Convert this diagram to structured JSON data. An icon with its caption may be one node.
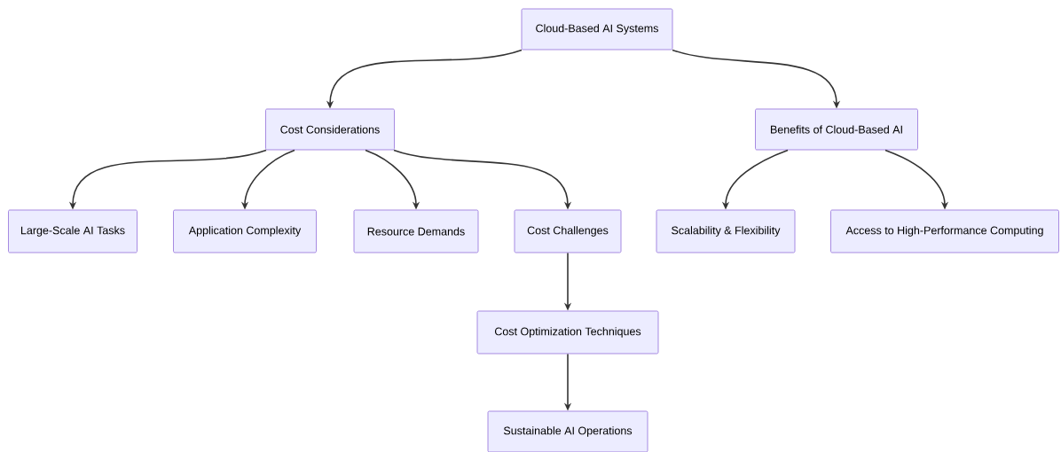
{
  "diagram": {
    "nodes": [
      {
        "text": [
          "Cloud-Based AI Systems"
        ]
      },
      {
        "text": [
          "Cost Considerations"
        ]
      },
      {
        "text": [
          "Benefits of Cloud-Based AI"
        ]
      },
      {
        "text": [
          "Large-Scale AI Tasks"
        ]
      },
      {
        "text": [
          "Application Complexity"
        ]
      },
      {
        "text": [
          "Resource Demands"
        ]
      },
      {
        "text": [
          "Cost Challenges"
        ]
      },
      {
        "text": [
          "Scalability & Flexibility"
        ]
      },
      {
        "text": [
          "Access to High-Performance Computing"
        ]
      },
      {
        "text": [
          "Cost Optimization Techniques"
        ]
      },
      {
        "text": [
          "Sustainable AI Operations"
        ]
      }
    ],
    "edges": [
      {
        "from": 0,
        "to": 1,
        "arrow": "to"
      },
      {
        "from": 0,
        "to": 2,
        "arrow": "to"
      },
      {
        "from": 1,
        "to": 3,
        "arrow": "to"
      },
      {
        "from": 1,
        "to": 4,
        "arrow": "to"
      },
      {
        "from": 1,
        "to": 5,
        "arrow": "to"
      },
      {
        "from": 1,
        "to": 6,
        "arrow": "to"
      },
      {
        "from": 2,
        "to": 7,
        "arrow": "to"
      },
      {
        "from": 2,
        "to": 8,
        "arrow": "to"
      },
      {
        "from": 6,
        "to": 9,
        "arrow": "to"
      },
      {
        "from": 9,
        "to": 10,
        "arrow": "to"
      }
    ]
  }
}
